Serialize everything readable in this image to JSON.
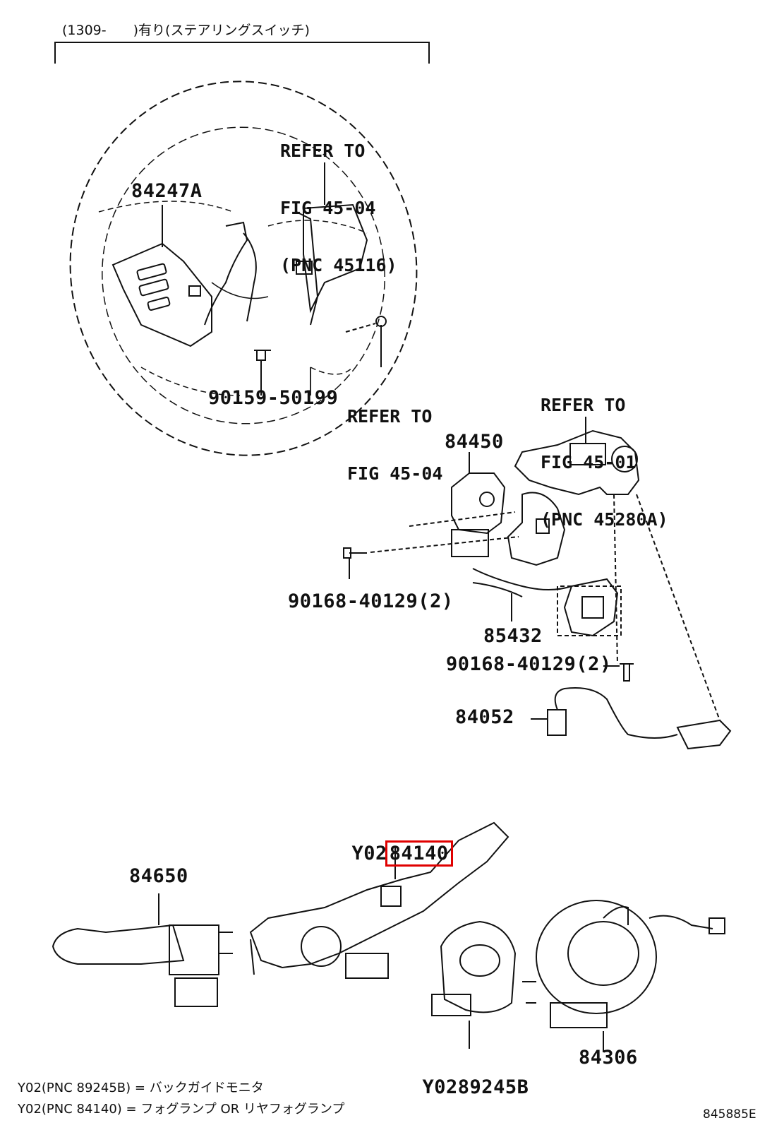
{
  "header": {
    "range_note": "(1309-　　)有り(ステアリングスイッチ)"
  },
  "callouts": {
    "p84247A": "84247A",
    "p90159": "90159-50199",
    "p84450": "84450",
    "p90168a": "90168-40129(2)",
    "p85432": "85432",
    "p90168b": "90168-40129(2)",
    "p84052": "84052",
    "p84650": "84650",
    "p84140_prefix": "Y02",
    "p84140": "84140",
    "p89245B_prefix": "Y02",
    "p89245B": "89245B",
    "p84306": "84306"
  },
  "references": {
    "ref1": {
      "l1": "REFER TO",
      "l2": "FIG 45-04",
      "l3": "(PNC 45116)"
    },
    "ref2": {
      "l1": "REFER TO",
      "l2": "FIG 45-04"
    },
    "ref3": {
      "l1": "REFER TO",
      "l2": "FIG 45-01",
      "l3": "(PNC 45280A)"
    }
  },
  "footnotes": {
    "n1": "Y02(PNC 89245B) = バックガイドモニタ",
    "n2": "Y02(PNC 84140) = フォグランプ OR リヤフォグランプ"
  },
  "figure_id": "845885E",
  "highlight_color": "#e00000"
}
